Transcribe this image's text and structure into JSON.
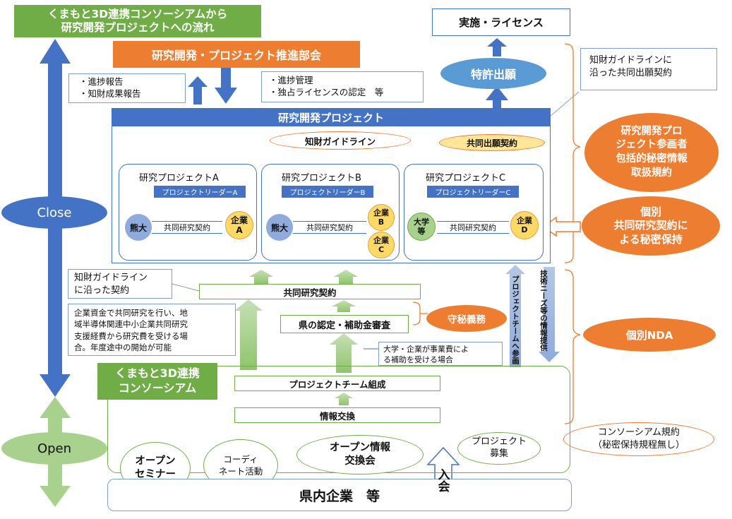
{
  "title": {
    "line1": "くまもと3D連携コンソーシアムから",
    "line2": "研究開発プロジェクトへの流れ"
  },
  "implementation_box": "実施・ライセンス",
  "promotion_committee": "研究開発・プロジェクト推進部会",
  "patent_application": "特許出願",
  "report_box": {
    "line1": "・進捗報告",
    "line2": "・知財成果報告"
  },
  "management_box": {
    "line1": "・進捗管理",
    "line2": "・独占ライセンスの認定　等"
  },
  "guideline_callout": {
    "line1": "知財ガイドラインに",
    "line2": "沿った共同出願契約"
  },
  "rd_project_header": "研究開発プロジェクト",
  "ip_guideline": "知財ガイドライン",
  "joint_application_contract": "共同出願契約",
  "projects": [
    {
      "title": "研究プロジェクトA",
      "leader": "プロジェクトリーダーA",
      "left": "熊大",
      "contract": "共同研究契約",
      "right": "企業\nA"
    },
    {
      "title": "研究プロジェクトB",
      "leader": "プロジェクトリーダーB",
      "left": "熊大",
      "contract": "共同研究契約",
      "right1": "企業\nB",
      "right2": "企業\nC"
    },
    {
      "title": "研究プロジェクトC",
      "leader": "プロジェクトリーダーC",
      "left": "大学\n等",
      "contract": "共同研究契約",
      "right": "企業\nD"
    }
  ],
  "right_ovals": {
    "comprehensive": {
      "line1": "研究開発プロ",
      "line2": "ジェクト参画者",
      "line3": "包括的秘密情報",
      "line4": "取扱規約"
    },
    "individual": {
      "line1": "個別",
      "line2": "共同研究契約に",
      "line3": "よる秘密保持"
    },
    "nda": "個別NDA",
    "consortium_rules": {
      "line1": "コンソーシアム規約",
      "line2": "（秘密保持規程無し）"
    }
  },
  "close_label": "Close",
  "open_label": "Open",
  "guideline_contract_box": {
    "line1": "知財ガイドライン",
    "line2": "に沿った契約"
  },
  "joint_research_contract": "共同研究契約",
  "prefecture_approval": "県の認定・補助金審査",
  "confidentiality": "守秘義務",
  "funding_note": {
    "line1": "企業資金で共同研究を行い、地",
    "line2": "域半導体関連中小企業共同研究",
    "line3": "支援経費から研究費を受ける場",
    "line4": "合。年度途中の開始が可能"
  },
  "subsidy_note": {
    "line1": "大学・企業が事業費によ",
    "line2": "る補助を受ける場合"
  },
  "tech_needs": "技術ニーズ等の情報提供",
  "team_join": "プロジェクトチームへ参画",
  "consortium_label": {
    "line1": "くまもと3D連携",
    "line2": "コンソーシアム"
  },
  "team_formation": "プロジェクトチーム組成",
  "info_exchange": "情報交換",
  "activities": {
    "open_seminar": {
      "line1": "オープン",
      "line2": "セミナー"
    },
    "coordinate": {
      "line1": "コーディ",
      "line2": "ネート活動"
    },
    "open_info": {
      "line1": "オープン情報",
      "line2": "交換会"
    },
    "recruit": {
      "line1": "プロジェクト",
      "line2": "募集"
    }
  },
  "join_label": "入会",
  "companies_bar": "県内企業　等",
  "colors": {
    "blue": "#4472c4",
    "dark_blue": "#2f5597",
    "green": "#70ad47",
    "light_green": "#a9d18e",
    "orange": "#ed7d31",
    "light_blue": "#5b9bd5",
    "yellow": "#ffd966"
  }
}
